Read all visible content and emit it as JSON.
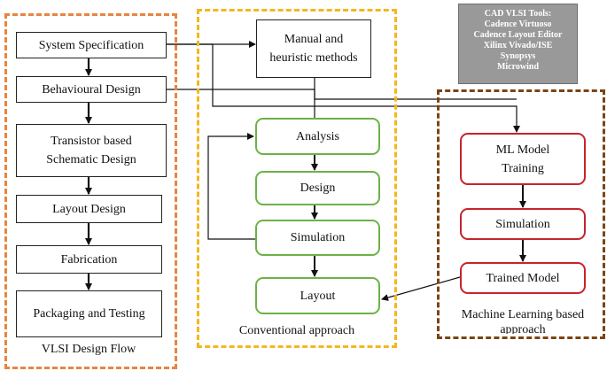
{
  "colors": {
    "flow_border": "#e9843f",
    "conventional_border": "#f4b71e",
    "ml_border": "#7b4413",
    "green_box": "#6cb246",
    "red_box": "#c8232b",
    "tools_background": "#999999"
  },
  "flow": {
    "title": "VLSI Design Flow",
    "steps": [
      "System Specification",
      "Behavioural Design",
      "Transistor based\nSchematic Design",
      "Layout Design",
      "Fabrication",
      "Packaging and Testing"
    ]
  },
  "conventional": {
    "title": "Conventional approach",
    "manual": "Manual and\nheuristic methods",
    "steps": [
      "Analysis",
      "Design",
      "Simulation",
      "Layout"
    ]
  },
  "ml": {
    "title": "Machine Learning based\napproach",
    "steps": [
      "ML Model\nTraining",
      "Simulation",
      "Trained Model"
    ]
  },
  "tools": {
    "title": "CAD VLSI Tools:",
    "items": [
      "Cadence Virtuoso",
      "Cadence Layout Editor",
      "Xilinx Vivado/ISE",
      "Synopsys",
      "Microwind"
    ]
  }
}
